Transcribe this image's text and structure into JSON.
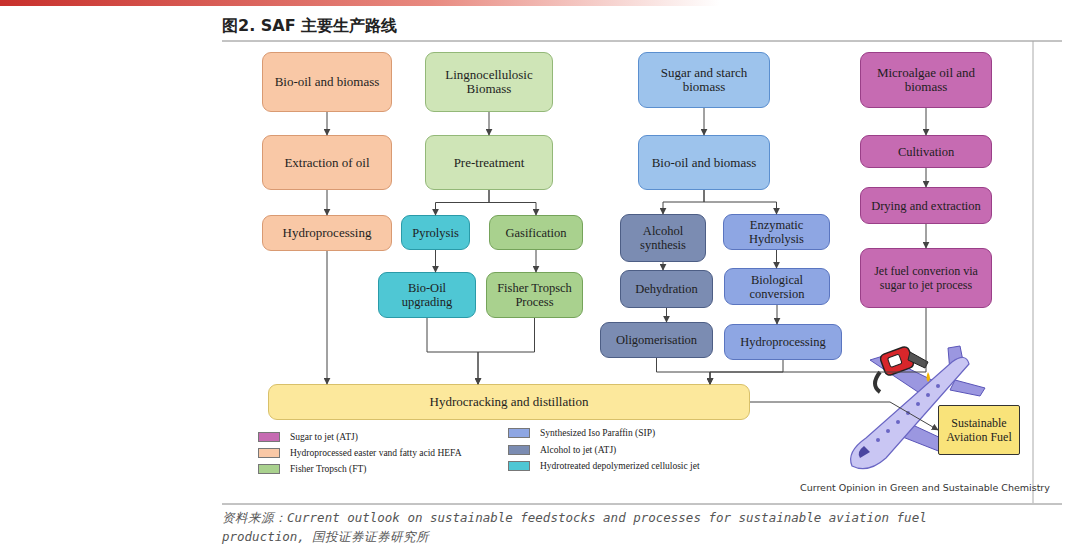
{
  "diagram": {
    "title": "图2. SAF 主要生产路线",
    "caption": "资料来源：Current outlook on sustainable feedstocks and processes for sustainable aviation fuel production, 国投证券证券研究所",
    "nodes": [
      {
        "text": [
          "Bio-oil and biomass"
        ]
      },
      {
        "text": [
          "Extraction of oil"
        ]
      },
      {
        "text": [
          "Hydroprocessing"
        ]
      },
      {
        "text": [
          "Lingnocellulosic Biomass"
        ]
      },
      {
        "text": [
          "Pre-treatment"
        ]
      },
      {
        "text": [
          "Pyrolysis"
        ]
      },
      {
        "text": [
          "Gasification"
        ]
      },
      {
        "text": [
          "Bio-Oil upgrading"
        ]
      },
      {
        "text": [
          "Fisher Tropsch Process"
        ]
      },
      {
        "text": [
          "Sugar and starch biomass"
        ]
      },
      {
        "text": [
          "Bio-oil and biomass"
        ]
      },
      {
        "text": [
          "Alcohol synthesis"
        ]
      },
      {
        "text": [
          "Enzymatic Hydrolysis"
        ]
      },
      {
        "text": [
          "Dehydration"
        ]
      },
      {
        "text": [
          "Biological conversion"
        ]
      },
      {
        "text": [
          "Oligomerisation"
        ]
      },
      {
        "text": [
          "Hydroprocessing"
        ]
      },
      {
        "text": [
          "Microalgae oil and biomass"
        ]
      },
      {
        "text": [
          "Cultivation"
        ]
      },
      {
        "text": [
          "Drying and extraction"
        ]
      },
      {
        "text": [
          "Jet fuel converion via sugar to jet process"
        ]
      },
      {
        "text": [
          "Hydrocracking and distillation"
        ]
      },
      {
        "text": [
          "Sustainable Aviation Fuel"
        ]
      }
    ],
    "edges": [
      {
        "from": 0,
        "to": 1,
        "arrow": "to"
      },
      {
        "from": 1,
        "to": 2,
        "arrow": "to"
      },
      {
        "from": 2,
        "to": 21,
        "arrow": "to"
      },
      {
        "from": 3,
        "to": 4,
        "arrow": "to"
      },
      {
        "from": 4,
        "to": 5,
        "arrow": "to"
      },
      {
        "from": 4,
        "to": 6,
        "arrow": "to"
      },
      {
        "from": 5,
        "to": 7,
        "arrow": "to"
      },
      {
        "from": 6,
        "to": 8,
        "arrow": "to"
      },
      {
        "from": 7,
        "to": 21,
        "arrow": "to"
      },
      {
        "from": 8,
        "to": 21,
        "arrow": "to"
      },
      {
        "from": 9,
        "to": 10,
        "arrow": "to"
      },
      {
        "from": 10,
        "to": 11,
        "arrow": "to"
      },
      {
        "from": 10,
        "to": 12,
        "arrow": "to"
      },
      {
        "from": 11,
        "to": 13,
        "arrow": "to"
      },
      {
        "from": 12,
        "to": 14,
        "arrow": "to"
      },
      {
        "from": 13,
        "to": 15,
        "arrow": "to"
      },
      {
        "from": 14,
        "to": 16,
        "arrow": "to"
      },
      {
        "from": 15,
        "to": 21,
        "arrow": "to"
      },
      {
        "from": 16,
        "to": 21,
        "arrow": "to"
      },
      {
        "from": 17,
        "to": 18,
        "arrow": "to"
      },
      {
        "from": 18,
        "to": 19,
        "arrow": "to"
      },
      {
        "from": 19,
        "to": 20,
        "arrow": "to"
      },
      {
        "from": 20,
        "to": 21,
        "arrow": "to"
      },
      {
        "from": 21,
        "to": 22,
        "arrow": "to"
      }
    ],
    "labels": [
      "Current Opinion in Green and Sustainable Chemistry"
    ],
    "legend": [
      {
        "text": "Sugar to jet (ATJ)",
        "color": "#c66bb2"
      },
      {
        "text": "Hydroprocessed easter vand fatty acid HEFA",
        "color": "#f9c8a6"
      },
      {
        "text": "Fisher Tropsch (FT)",
        "color": "#a9d18e"
      },
      {
        "text": "Synthesized Iso Paraffin (SIP)",
        "color": "#8ea6e3"
      },
      {
        "text": "Alcohol to jet (ATJ)",
        "color": "#7b8cb2"
      },
      {
        "text": "Hydrotreated depolymerized cellulosic jet",
        "color": "#4fc7d4"
      }
    ]
  }
}
